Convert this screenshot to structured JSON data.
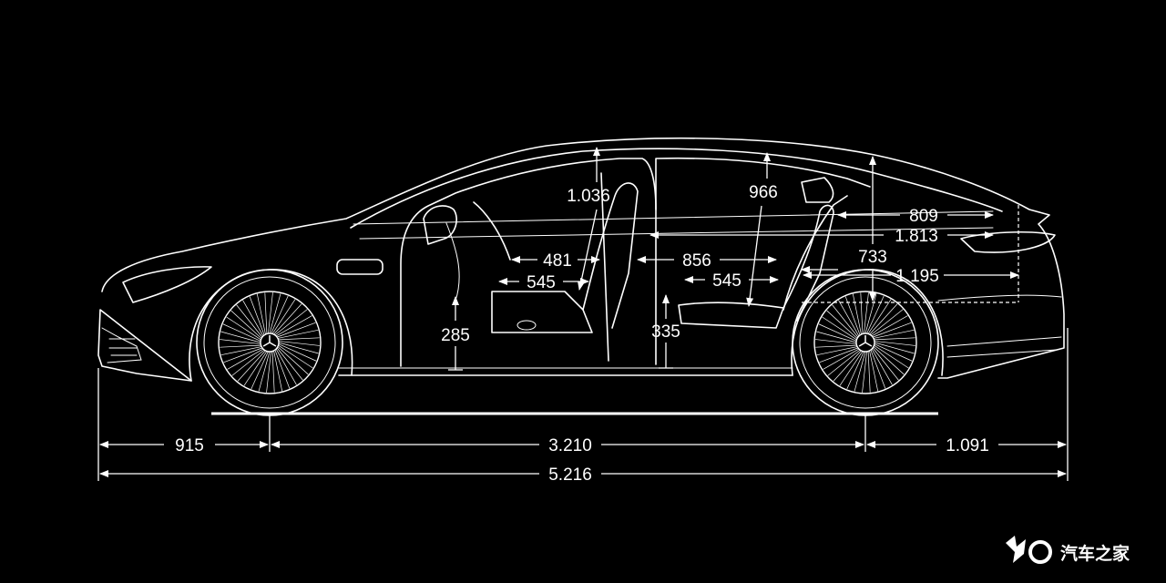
{
  "colors": {
    "background": "#000000",
    "line": "#ffffff"
  },
  "dimensions": {
    "front_overhang": "915",
    "wheelbase": "3.210",
    "rear_overhang": "1.091",
    "overall_length": "5.216",
    "front_headroom": "1.036",
    "rear_headroom": "966",
    "front_seat_depth": "481",
    "front_cushion": "545",
    "rear_legroom": "856",
    "rear_cushion": "545",
    "front_seat_height": "285",
    "rear_seat_height": "335",
    "trunk_top_depth": "809",
    "interior_length": "1.813",
    "trunk_height": "733",
    "trunk_floor_length": "1.195"
  },
  "watermark": {
    "text": "汽车之家",
    "logo_icon": "autohome-logo-icon"
  }
}
